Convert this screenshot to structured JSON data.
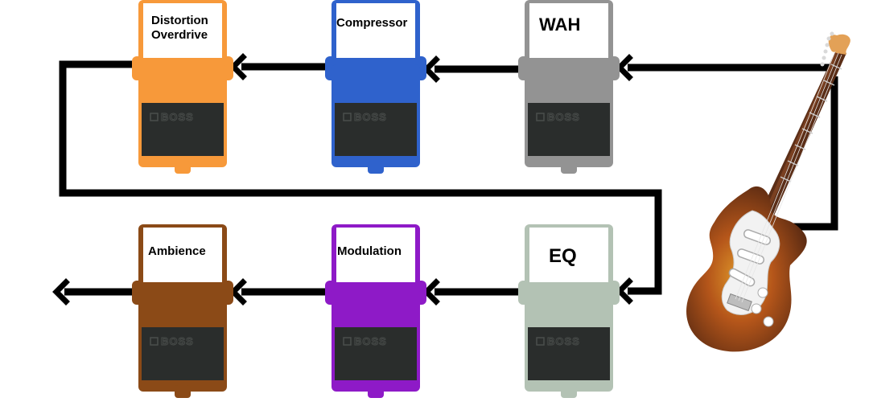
{
  "diagram": {
    "brand_text": "BOSS",
    "signal_color": "#000000",
    "pedals": [
      {
        "id": "distortion",
        "label_lines": [
          "Distortion",
          "Overdrive"
        ],
        "color": "#F7993A"
      },
      {
        "id": "compressor",
        "label_lines": [
          "Compressor"
        ],
        "color": "#2F62CC"
      },
      {
        "id": "wah",
        "label_lines": [
          "WAH"
        ],
        "color": "#939393"
      },
      {
        "id": "ambience",
        "label_lines": [
          "Ambience"
        ],
        "color": "#8B4A17"
      },
      {
        "id": "modulation",
        "label_lines": [
          "Modulation"
        ],
        "color": "#8E1AC7"
      },
      {
        "id": "eq",
        "label_lines": [
          "EQ"
        ],
        "color": "#B3C2B4"
      }
    ],
    "guitar": {
      "icon": "electric-guitar-icon",
      "body_color": "#5A2A12",
      "sunburst_center": "#E09A2A",
      "pickguard_color": "#F2F2F2"
    }
  }
}
